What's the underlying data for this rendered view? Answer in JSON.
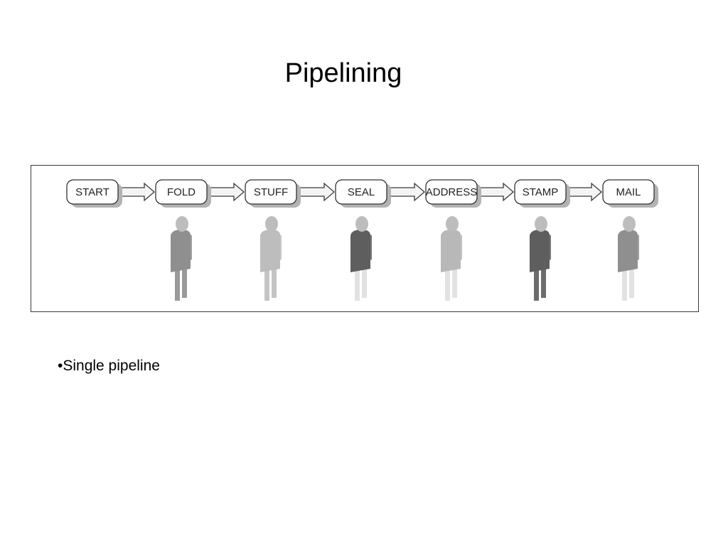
{
  "title": "Pipelining",
  "diagram": {
    "stages": [
      "START",
      "FOLD",
      "STUFF",
      "SEAL",
      "ADDRESS",
      "STAMP",
      "MAIL"
    ],
    "workers": [
      {
        "stage": "FOLD",
        "body_color": "#8f8f8f",
        "legs_color": "#9a9a9a"
      },
      {
        "stage": "STUFF",
        "body_color": "#bdbdbd",
        "legs_color": "#c4c4c4"
      },
      {
        "stage": "SEAL",
        "body_color": "#5e5e5e",
        "legs_color": "#e2e2e2"
      },
      {
        "stage": "ADDRESS",
        "body_color": "#b8b8b8",
        "legs_color": "#e2e2e2"
      },
      {
        "stage": "STAMP",
        "body_color": "#5e5e5e",
        "legs_color": "#6c6c6c"
      },
      {
        "stage": "MAIL",
        "body_color": "#8f8f8f",
        "legs_color": "#e2e2e2"
      }
    ]
  },
  "bullets": [
    "•Single pipeline"
  ]
}
